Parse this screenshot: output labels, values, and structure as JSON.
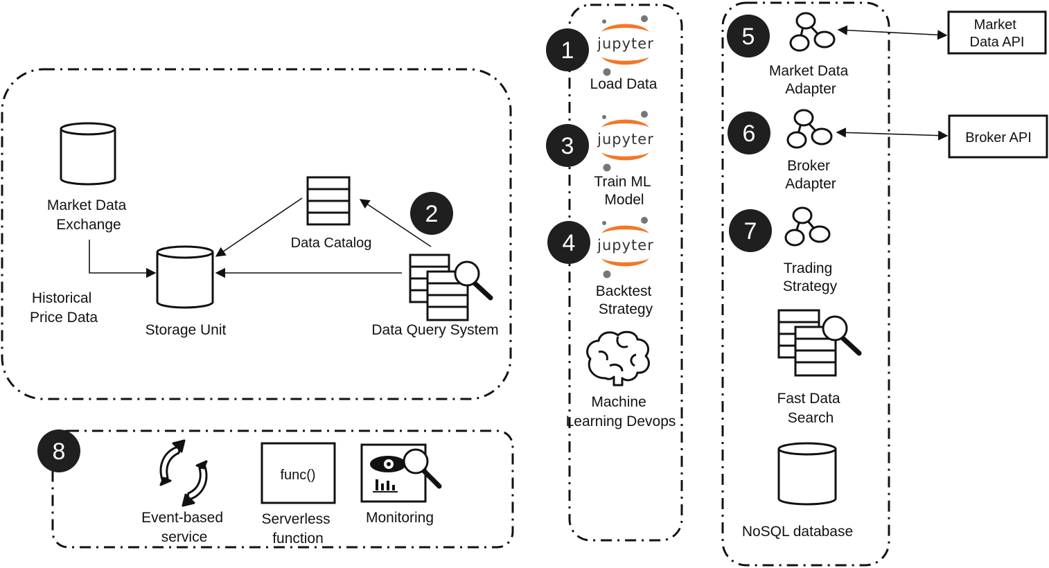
{
  "badges": {
    "b1": "1",
    "b2": "2",
    "b3": "3",
    "b4": "4",
    "b5": "5",
    "b6": "6",
    "b7": "7",
    "b8": "8"
  },
  "storage_group": {
    "market_data_exchange": [
      "Market Data",
      "Exchange"
    ],
    "historical_price_data": [
      "Historical",
      "Price Data"
    ],
    "storage_unit": "Storage Unit",
    "data_catalog": "Data Catalog",
    "data_query_system": "Data Query System"
  },
  "ml_group": {
    "jupyter_word": "jupyter",
    "load_data": "Load Data",
    "train_ml_model": [
      "Train ML",
      "Model"
    ],
    "backtest_strategy": [
      "Backtest",
      "Strategy"
    ],
    "ml_devops": [
      "Machine",
      "Learning Devops"
    ]
  },
  "trading_group": {
    "market_data_adapter": [
      "Market Data",
      "Adapter"
    ],
    "broker_adapter": [
      "Broker",
      "Adapter"
    ],
    "trading_strategy": [
      "Trading",
      "Strategy"
    ],
    "fast_data_search": [
      "Fast Data",
      "Search"
    ],
    "nosql_database": "NoSQL database"
  },
  "external": {
    "market_data_api": [
      "Market",
      "Data API"
    ],
    "broker_api": "Broker API"
  },
  "services_group": {
    "event_based_service": [
      "Event-based",
      "service"
    ],
    "serverless_function": [
      "Serverless",
      "function"
    ],
    "func_label": "func()",
    "monitoring": "Monitoring"
  },
  "colors": {
    "jupyter_orange": "#F37726",
    "jupyter_gray": "#767677",
    "badge": "#1f1f1f"
  }
}
